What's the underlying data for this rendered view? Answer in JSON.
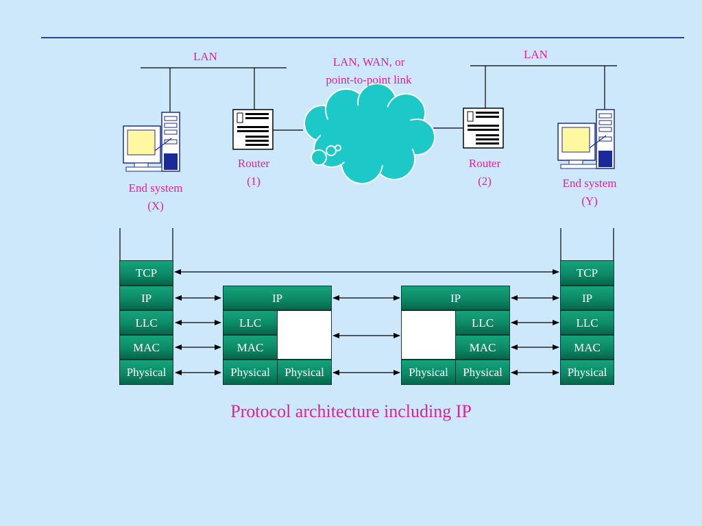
{
  "labels": {
    "lan_left": "LAN",
    "lan_right": "LAN",
    "wan_line1": "LAN, WAN, or",
    "wan_line2": "point-to-point link",
    "router1_line1": "Router",
    "router1_line2": "(1)",
    "router2_line1": "Router",
    "router2_line2": "(2)",
    "endx_line1": "End system",
    "endx_line2": "(X)",
    "endy_line1": "End system",
    "endy_line2": "(Y)"
  },
  "stacks": {
    "end_x": [
      "TCP",
      "IP",
      "LLC",
      "MAC",
      "Physical"
    ],
    "router1": {
      "ip": "IP",
      "llc": "LLC",
      "mac": "MAC",
      "physical_left": "Physical",
      "physical_right": "Physical"
    },
    "router2": {
      "ip": "IP",
      "llc": "LLC",
      "mac": "MAC",
      "physical_left": "Physical",
      "physical_right": "Physical"
    },
    "end_y": [
      "TCP",
      "IP",
      "LLC",
      "MAC",
      "Physical"
    ]
  },
  "caption": "Protocol architecture including IP",
  "colors": {
    "background": "#cce8fa",
    "rule": "#2a3fae",
    "label_text": "#e0209a",
    "layer_box": "#0c8a66",
    "cloud": "#1cc8c8"
  },
  "icons": [
    "computer-icon",
    "router-icon",
    "cloud-icon"
  ]
}
